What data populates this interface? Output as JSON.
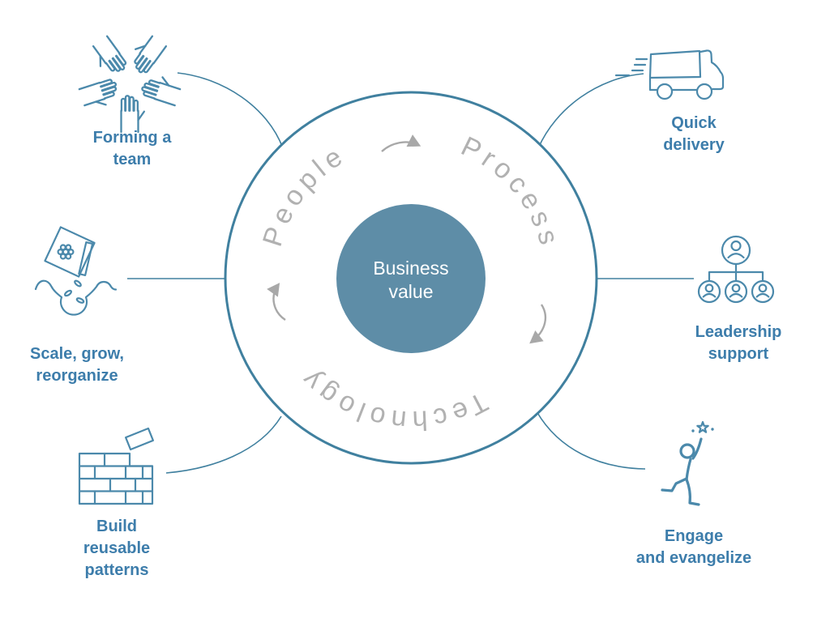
{
  "colors": {
    "circle_stroke_blue": "#40809f",
    "icon_stroke_blue": "#4b89ab",
    "label_blue": "#3d7dab",
    "ring_text_gray": "#b1b1b1",
    "arrow_gray": "#a8a8a8",
    "center_fill_teal": "#5e8da7",
    "center_text": "#ffffff",
    "background": "#ffffff"
  },
  "center": {
    "label": "Business value"
  },
  "ring": {
    "word_1": "People",
    "word_2": "Process",
    "word_3": "Technology"
  },
  "nodes": {
    "forming_team": {
      "icon": "team-hands-icon",
      "lines": [
        "Forming a",
        "team"
      ]
    },
    "quick_delivery": {
      "icon": "delivery-truck-icon",
      "lines": [
        "Quick",
        "delivery"
      ]
    },
    "scale_grow": {
      "icon": "seed-packet-icon",
      "lines": [
        "Scale, grow,",
        "reorganize"
      ]
    },
    "leadership": {
      "icon": "org-chart-icon",
      "lines": [
        "Leadership",
        "support"
      ]
    },
    "build_patterns": {
      "icon": "brick-wall-icon",
      "lines": [
        "Build",
        "reusable",
        "patterns"
      ]
    },
    "engage": {
      "icon": "person-reaching-star-icon",
      "lines": [
        "Engage",
        "and evangelize"
      ]
    }
  }
}
